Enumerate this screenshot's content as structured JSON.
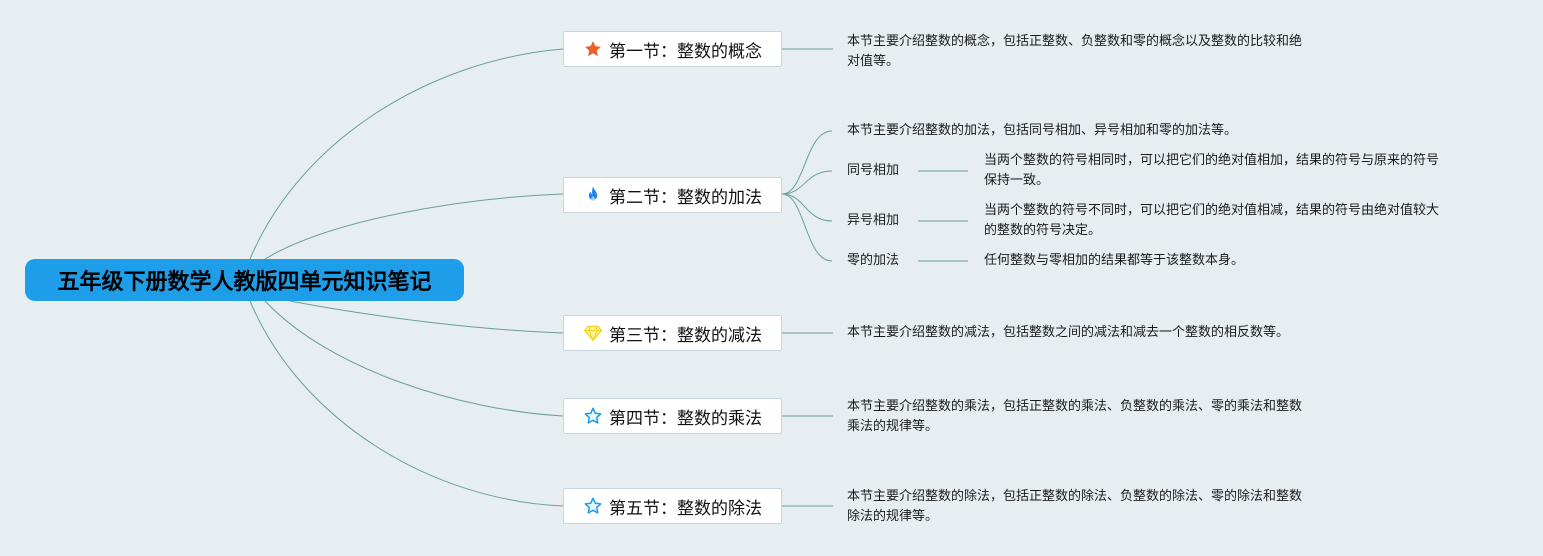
{
  "root": {
    "title": "五年级下册数学人教版四单元知识笔记"
  },
  "sections": [
    {
      "title": "第一节：整数的概念",
      "icon": "star-filled-icon",
      "icon_color": "#e8622b",
      "summary_line1": "本节主要介绍整数的概念，包括正整数、负整数和零的概念以及整数的比较和绝",
      "summary_line2": "对值等。"
    },
    {
      "title": "第二节：整数的加法",
      "icon": "fire-icon",
      "icon_color": "#1e86e6",
      "summary_line1": "本节主要介绍整数的加法，包括同号相加、异号相加和零的加法等。",
      "subtopics": [
        {
          "label": "同号相加",
          "desc_line1": "当两个整数的符号相同时，可以把它们的绝对值相加，结果的符号与原来的符号",
          "desc_line2": "保持一致。"
        },
        {
          "label": "异号相加",
          "desc_line1": "当两个整数的符号不同时，可以把它们的绝对值相减，结果的符号由绝对值较大",
          "desc_line2": "的整数的符号决定。"
        },
        {
          "label": "零的加法",
          "desc_line1": "任何整数与零相加的结果都等于该整数本身。",
          "desc_line2": ""
        }
      ]
    },
    {
      "title": "第三节：整数的减法",
      "icon": "diamond-icon",
      "icon_color": "#f2d21c",
      "summary_line1": "本节主要介绍整数的减法，包括整数之间的减法和减去一个整数的相反数等。",
      "summary_line2": ""
    },
    {
      "title": "第四节：整数的乘法",
      "icon": "star-outline-icon",
      "icon_color": "#1e9ee8",
      "summary_line1": "本节主要介绍整数的乘法，包括正整数的乘法、负整数的乘法、零的乘法和整数",
      "summary_line2": "乘法的规律等。"
    },
    {
      "title": "第五节：整数的除法",
      "icon": "star-outline-icon",
      "icon_color": "#1e9ee8",
      "summary_line1": "本节主要介绍整数的除法，包括正整数的除法、负整数的除法、零的除法和整数",
      "summary_line2": "除法的规律等。"
    }
  ],
  "colors": {
    "background": "#e6eef2",
    "root_fill": "#1e9ee8",
    "connector": "#6a9f94"
  }
}
